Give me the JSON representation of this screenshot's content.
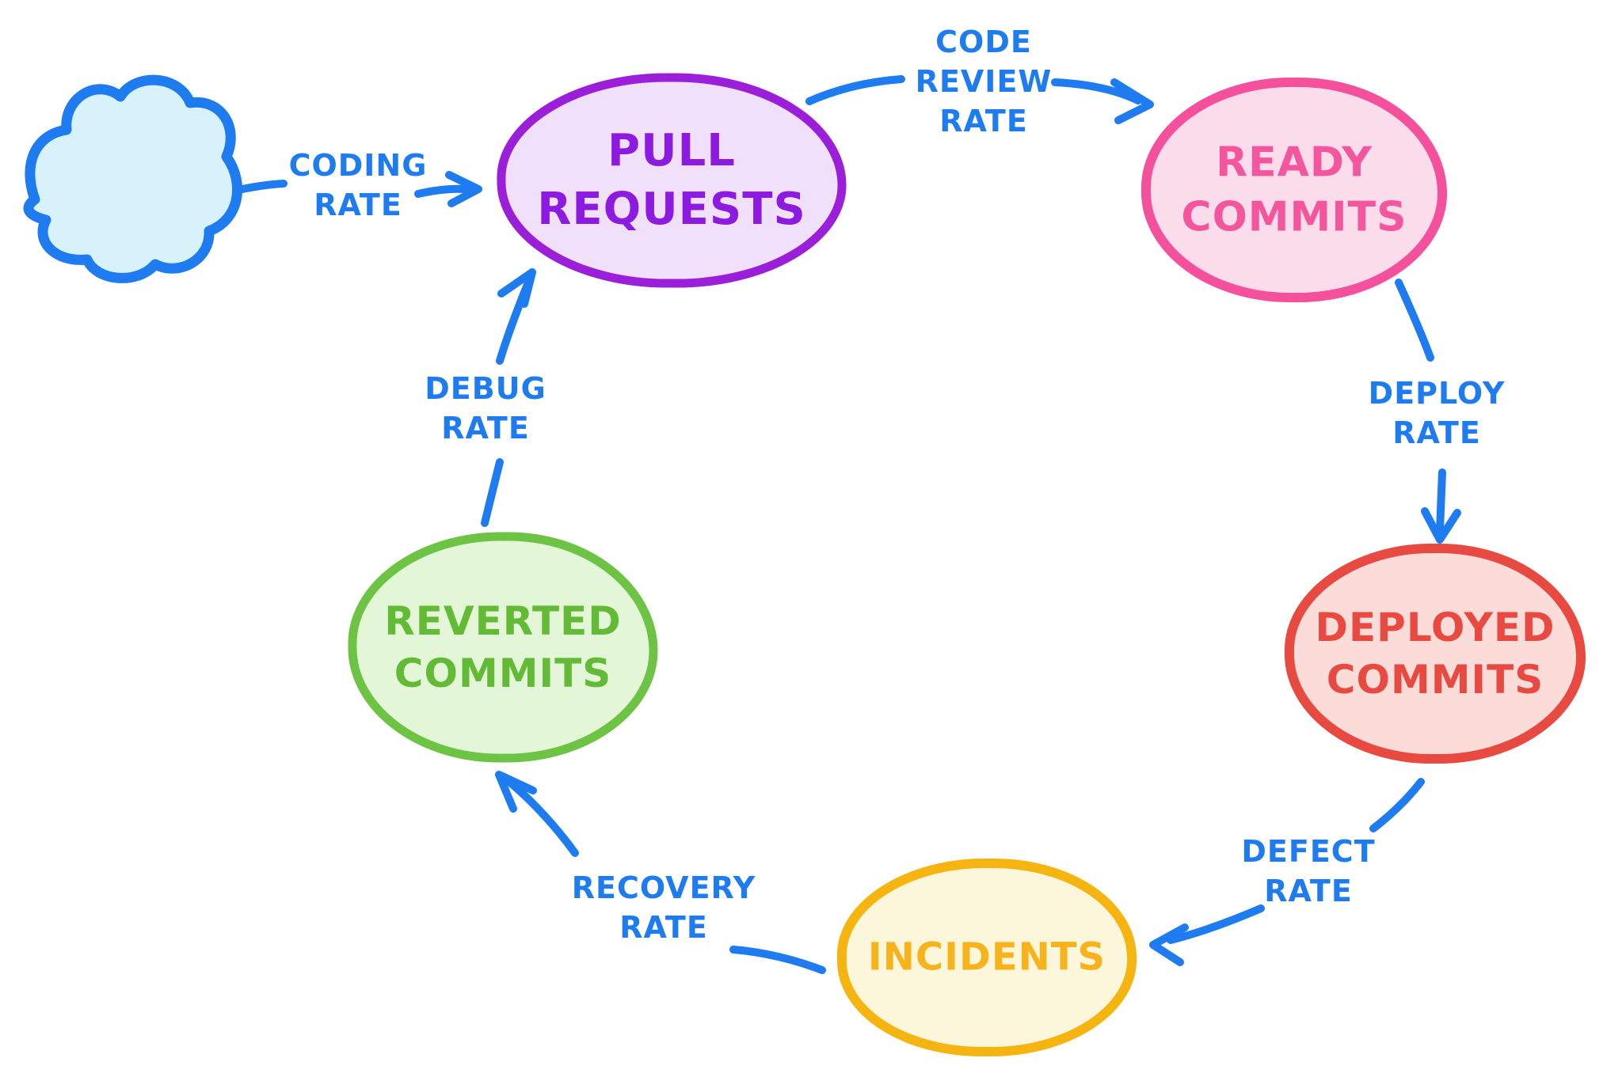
{
  "diagram": {
    "type": "flow-cycle",
    "background": "#ffffff",
    "arrow_color": "#1e7cf0",
    "nodes": [
      {
        "id": "idea-cloud",
        "label": "",
        "shape": "cloud",
        "fill": "#d8f2fb",
        "stroke": "#1e7cf0"
      },
      {
        "id": "pull-requests",
        "label": "PULL\nREQUESTS",
        "shape": "blob",
        "fill": "#f0e0fa",
        "stroke": "#9b1fd9",
        "text_color": "#8c1ae0"
      },
      {
        "id": "ready-commits",
        "label": "READY\nCOMMITS",
        "shape": "blob",
        "fill": "#fbdceb",
        "stroke": "#f4509b",
        "text_color": "#f4569e"
      },
      {
        "id": "deployed-commits",
        "label": "DEPLOYED\nCOMMITS",
        "shape": "blob",
        "fill": "#fbdcd9",
        "stroke": "#e84a42",
        "text_color": "#e84a42"
      },
      {
        "id": "incidents",
        "label": "INCIDENTS",
        "shape": "blob",
        "fill": "#fcf6da",
        "stroke": "#f5b40f",
        "text_color": "#f6b31b"
      },
      {
        "id": "reverted-commits",
        "label": "REVERTED\nCOMMITS",
        "shape": "blob",
        "fill": "#e4f6d8",
        "stroke": "#6cc344",
        "text_color": "#62ba35"
      }
    ],
    "edges": [
      {
        "from": "idea-cloud",
        "to": "pull-requests",
        "label": "CODING\nRATE"
      },
      {
        "from": "pull-requests",
        "to": "ready-commits",
        "label": "CODE\nREVIEW\nRATE"
      },
      {
        "from": "ready-commits",
        "to": "deployed-commits",
        "label": "DEPLOY\nRATE"
      },
      {
        "from": "deployed-commits",
        "to": "incidents",
        "label": "DEFECT\nRATE"
      },
      {
        "from": "incidents",
        "to": "reverted-commits",
        "label": "RECOVERY\nRATE"
      },
      {
        "from": "reverted-commits",
        "to": "pull-requests",
        "label": "DEBUG\nRATE"
      }
    ]
  }
}
